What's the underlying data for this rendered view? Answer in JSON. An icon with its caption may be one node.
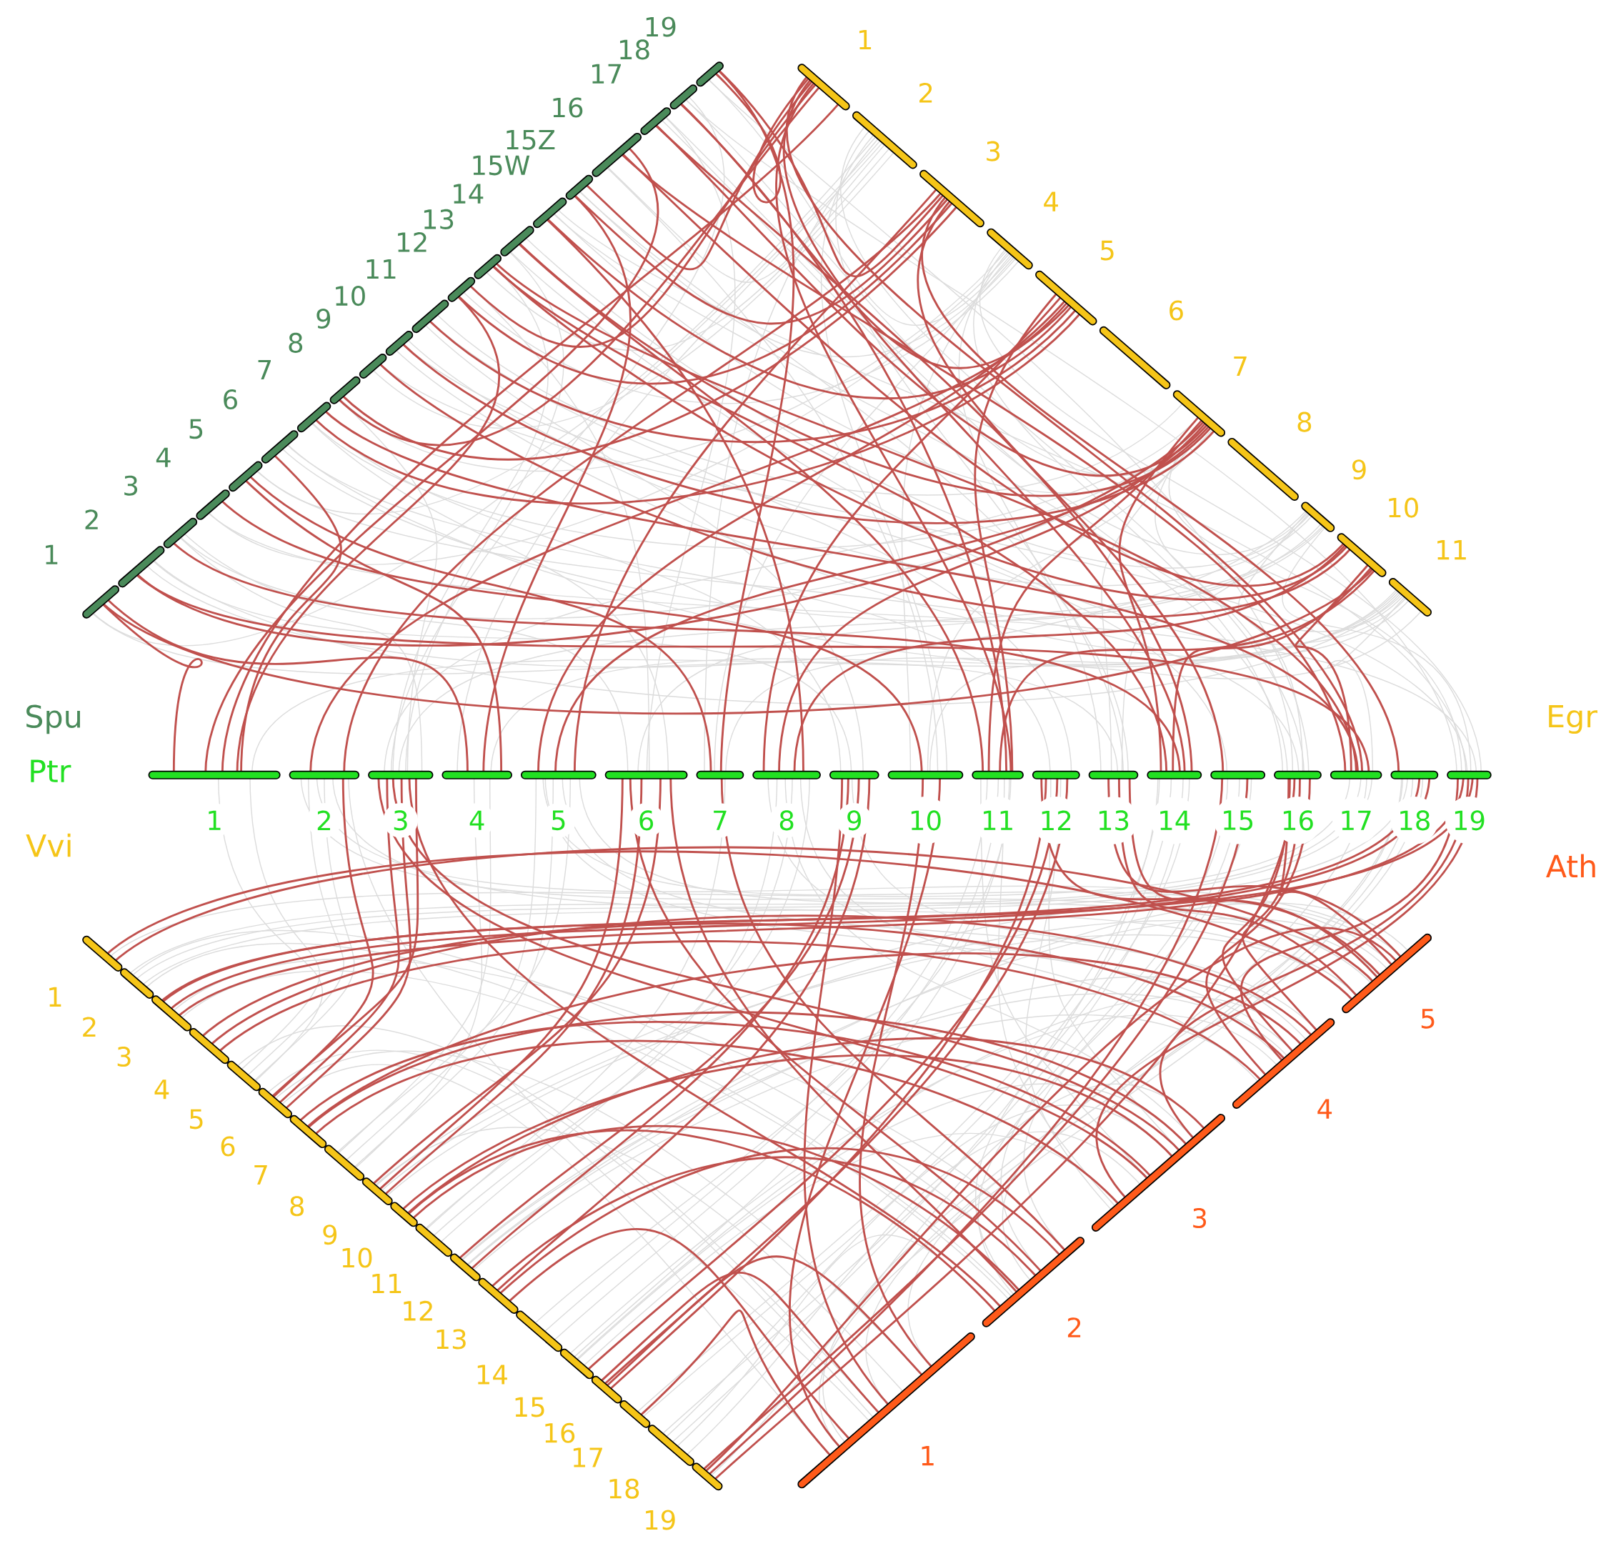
{
  "diagram": {
    "nodes": [
      {
        "text": [
          "1"
        ]
      },
      {
        "text": [
          "2"
        ]
      },
      {
        "text": [
          "3"
        ]
      },
      {
        "text": [
          "4"
        ]
      },
      {
        "text": [
          "5"
        ]
      },
      {
        "text": [
          "6"
        ]
      },
      {
        "text": [
          "7"
        ]
      },
      {
        "text": [
          "8"
        ]
      },
      {
        "text": [
          "9"
        ]
      },
      {
        "text": [
          "10"
        ]
      },
      {
        "text": [
          "11"
        ]
      },
      {
        "text": [
          "12"
        ]
      },
      {
        "text": [
          "13"
        ]
      },
      {
        "text": [
          "14"
        ]
      },
      {
        "text": [
          "15W"
        ]
      },
      {
        "text": [
          "15Z"
        ]
      },
      {
        "text": [
          "16"
        ]
      },
      {
        "text": [
          "17"
        ]
      },
      {
        "text": [
          "18"
        ]
      },
      {
        "text": [
          "19"
        ]
      },
      {
        "text": [
          "1"
        ]
      },
      {
        "text": [
          "2"
        ]
      },
      {
        "text": [
          "3"
        ]
      },
      {
        "text": [
          "4"
        ]
      },
      {
        "text": [
          "5"
        ]
      },
      {
        "text": [
          "6"
        ]
      },
      {
        "text": [
          "7"
        ]
      },
      {
        "text": [
          "8"
        ]
      },
      {
        "text": [
          "9"
        ]
      },
      {
        "text": [
          "10"
        ]
      },
      {
        "text": [
          "11"
        ]
      },
      {
        "text": [
          "1"
        ]
      },
      {
        "text": [
          "2"
        ]
      },
      {
        "text": [
          "3"
        ]
      },
      {
        "text": [
          "4"
        ]
      },
      {
        "text": [
          "5"
        ]
      },
      {
        "text": [
          "6"
        ]
      },
      {
        "text": [
          "7"
        ]
      },
      {
        "text": [
          "8"
        ]
      },
      {
        "text": [
          "9"
        ]
      },
      {
        "text": [
          "10"
        ]
      },
      {
        "text": [
          "11"
        ]
      },
      {
        "text": [
          "12"
        ]
      },
      {
        "text": [
          "13"
        ]
      },
      {
        "text": [
          "14"
        ]
      },
      {
        "text": [
          "15"
        ]
      },
      {
        "text": [
          "16"
        ]
      },
      {
        "text": [
          "17"
        ]
      },
      {
        "text": [
          "18"
        ]
      },
      {
        "text": [
          "19"
        ]
      },
      {
        "text": [
          "1"
        ]
      },
      {
        "text": [
          "2"
        ]
      },
      {
        "text": [
          "3"
        ]
      },
      {
        "text": [
          "4"
        ]
      },
      {
        "text": [
          "5"
        ]
      },
      {
        "text": [
          "6"
        ]
      },
      {
        "text": [
          "7"
        ]
      },
      {
        "text": [
          "8"
        ]
      },
      {
        "text": [
          "9"
        ]
      },
      {
        "text": [
          "10"
        ]
      },
      {
        "text": [
          "11"
        ]
      },
      {
        "text": [
          "12"
        ]
      },
      {
        "text": [
          "13"
        ]
      },
      {
        "text": [
          "14"
        ]
      },
      {
        "text": [
          "15"
        ]
      },
      {
        "text": [
          "16"
        ]
      },
      {
        "text": [
          "17"
        ]
      },
      {
        "text": [
          "18"
        ]
      },
      {
        "text": [
          "19"
        ]
      },
      {
        "text": [
          "1"
        ]
      },
      {
        "text": [
          "2"
        ]
      },
      {
        "text": [
          "3"
        ]
      },
      {
        "text": [
          "4"
        ]
      },
      {
        "text": [
          "5"
        ]
      }
    ],
    "labels": [
      "Spu",
      "Egr",
      "Ptr",
      "Vvi",
      "Ath"
    ]
  }
}
